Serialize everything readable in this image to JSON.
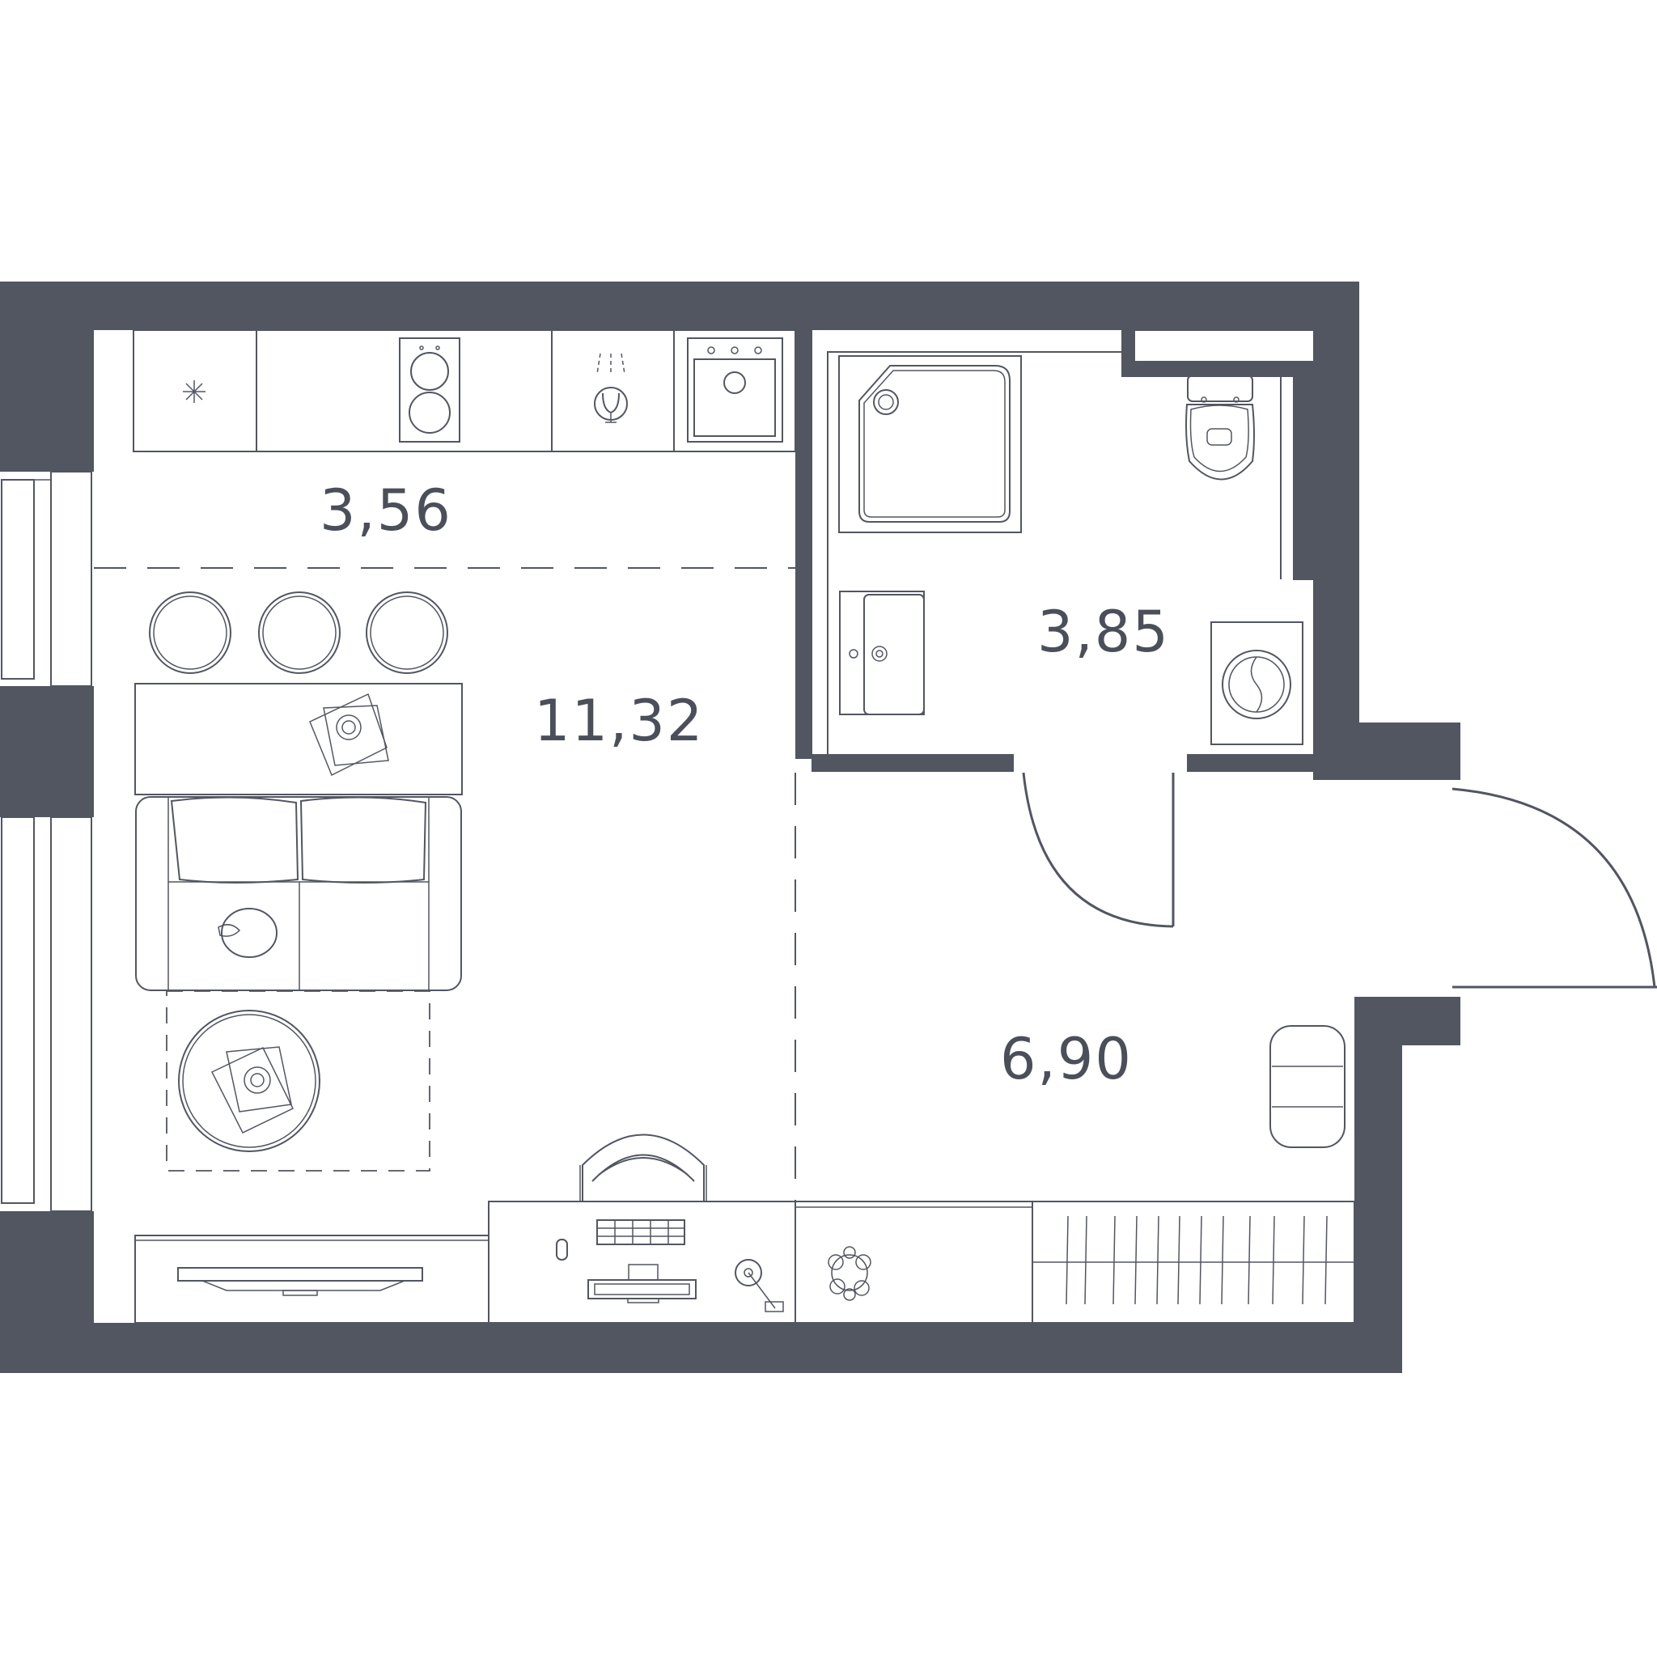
{
  "colors": {
    "wall": "#525661",
    "line": "#525661",
    "background": "#ffffff"
  },
  "areas": {
    "kitchen": "3,56",
    "living": "11,32",
    "bathroom": "3,85",
    "hall": "6,90"
  }
}
